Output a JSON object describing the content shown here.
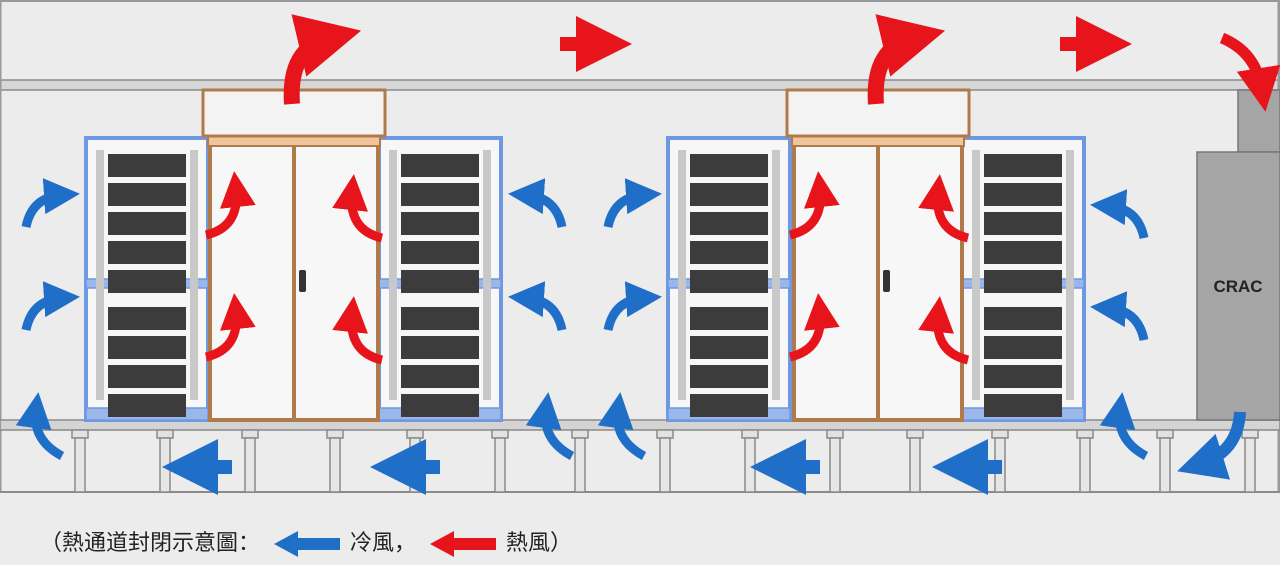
{
  "diagram": {
    "crac_label": "CRAC",
    "colors": {
      "cold_air": "#1f6fc9",
      "hot_air": "#e8141c",
      "rack_frame": "#6f98e2",
      "door_frame": "#b07a4a",
      "crac_fill": "#a5a5a5"
    }
  },
  "legend": {
    "prefix": "（熱通道封閉示意圖：",
    "cold_label": "冷風，",
    "hot_label": "熱風）",
    "cold_icon": "blue-arrow-left-icon",
    "hot_icon": "red-arrow-left-icon"
  }
}
